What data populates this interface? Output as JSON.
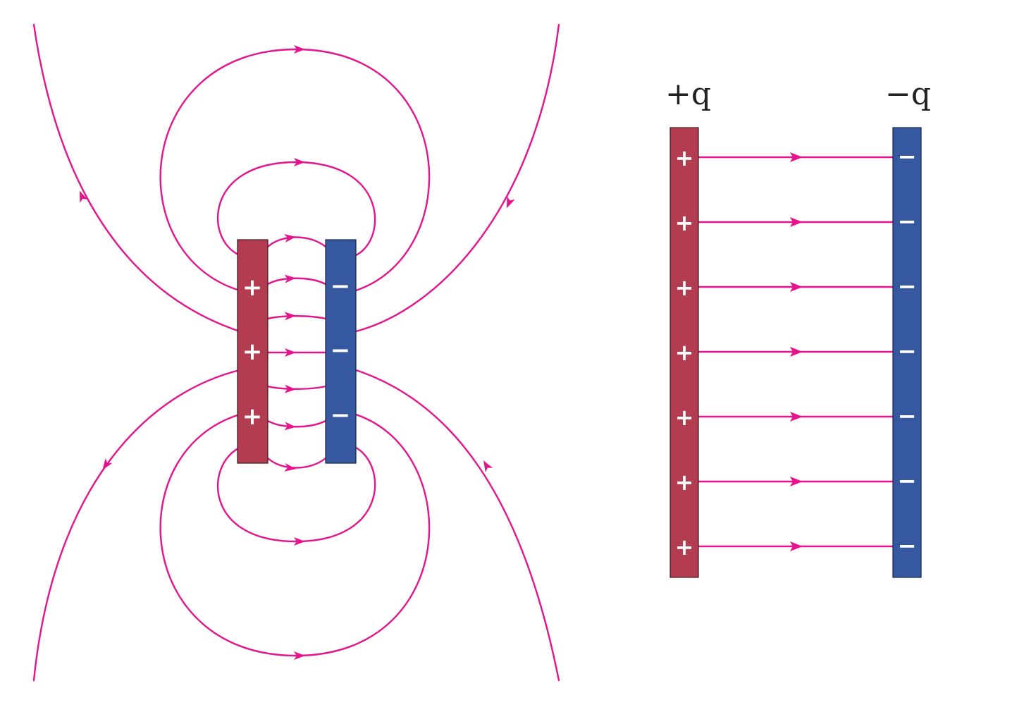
{
  "colors": {
    "field_line": "#e6148c",
    "positive_plate": "#b43c50",
    "negative_plate": "#3558a0",
    "sign": "#ffffff"
  },
  "left_diagram": {
    "positive_signs": [
      "+",
      "+",
      "+"
    ],
    "negative_signs": [
      "−",
      "−",
      "−"
    ]
  },
  "right_diagram": {
    "positive_label": "+q",
    "negative_label": "−q",
    "positive_signs": [
      "+",
      "+",
      "+",
      "+",
      "+",
      "+",
      "+"
    ],
    "negative_signs": [
      "−",
      "−",
      "−",
      "−",
      "−",
      "−",
      "−"
    ],
    "field_line_count": 7
  }
}
